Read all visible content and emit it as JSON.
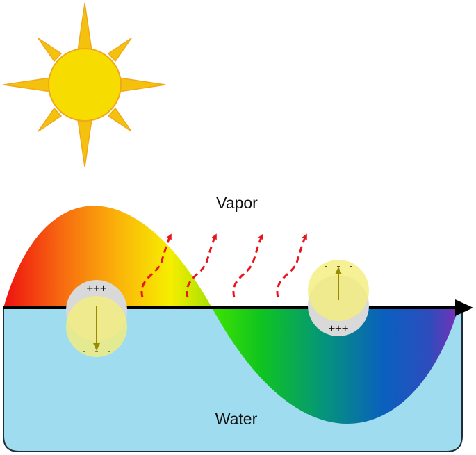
{
  "labels": {
    "vapor": "Vapor",
    "water": "Water"
  },
  "particles": {
    "left": {
      "top_charge": "+++",
      "bottom_charge": "- - -"
    },
    "right": {
      "top_charge": "- - -",
      "bottom_charge": "+++"
    }
  },
  "icons": {
    "sun": "sun-icon",
    "arrows": "dashed-arrow-icon",
    "axis": "axis-arrow"
  },
  "colors": {
    "water": "#9fdcef",
    "sun_fill": "#f7dc00",
    "sun_ray": "#f4c20d",
    "sun_stroke": "#f0a81a",
    "vapor_arrow": "#e8151d",
    "axis": "#000000",
    "particle_grey": "#d9d9d9",
    "particle_yellow": "#f5ee7a",
    "dipole_arrow": "#9a8a00"
  }
}
